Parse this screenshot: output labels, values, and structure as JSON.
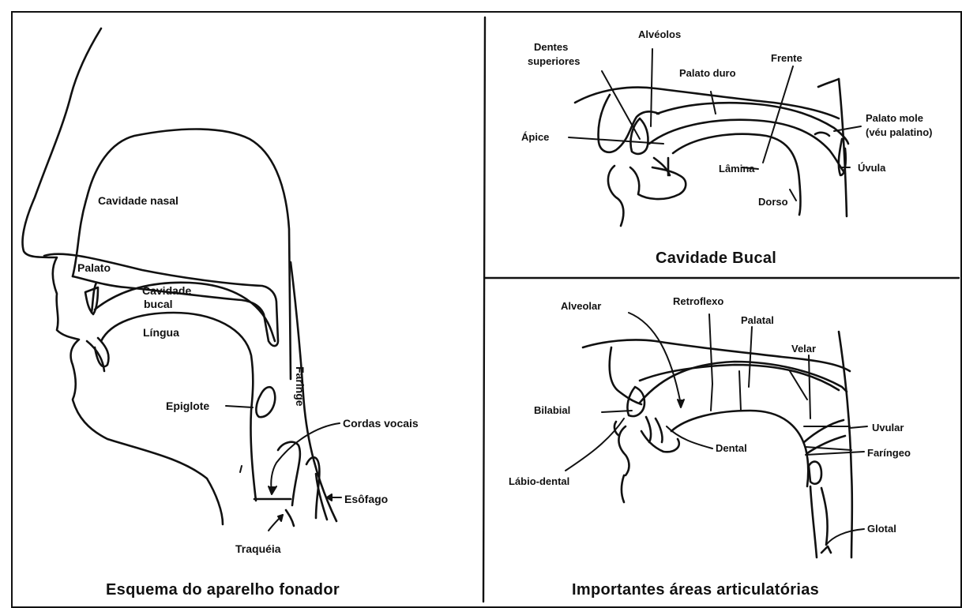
{
  "left_panel": {
    "caption": "Esquema do aparelho fonador",
    "labels": {
      "cavidade_nasal": "Cavidade nasal",
      "palato": "Palato",
      "cavidade_bucal_1": "Cavidade",
      "cavidade_bucal_2": "bucal",
      "lingua": "Língua",
      "epiglote": "Epiglote",
      "faringe": "Faringe",
      "cordas_vocais": "Cordas vocais",
      "esofago": "Esôfago",
      "traqueia": "Traquéia"
    }
  },
  "top_right_panel": {
    "caption": "Cavidade Bucal",
    "labels": {
      "dentes_1": "Dentes",
      "dentes_2": "superiores",
      "alveolos": "Alvéolos",
      "palato_duro": "Palato duro",
      "frente": "Frente",
      "palato_mole_1": "Palato mole",
      "palato_mole_2": "(véu palatino)",
      "apice": "Ápice",
      "lamina": "Lâmina",
      "dorso": "Dorso",
      "uvula": "Úvula"
    }
  },
  "bottom_right_panel": {
    "caption": "Importantes áreas articulatórias",
    "labels": {
      "alveolar": "Alveolar",
      "retroflexo": "Retroflexo",
      "palatal": "Palatal",
      "velar": "Velar",
      "bilabial": "Bilabial",
      "uvular": "Uvular",
      "dental": "Dental",
      "faringeo": "Faríngeo",
      "labio_dental": "Lábio-dental",
      "glotal": "Glotal"
    }
  }
}
